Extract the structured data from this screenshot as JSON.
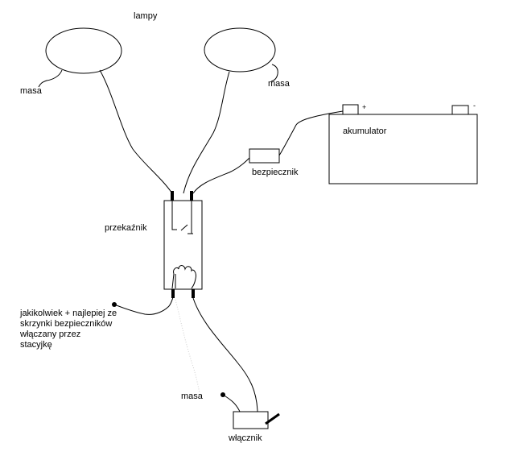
{
  "labels": {
    "lampy": "lampy",
    "masa_left": "masa",
    "masa_right": "masa",
    "masa_bottom": "masa",
    "akumulator": "akumulator",
    "plus": "+",
    "minus": "-",
    "bezpiecznik": "bezpiecznik",
    "przekaznik": "przekaźnik",
    "ignition_note": "jakikolwiek + najlepiej ze\nskrzynki bezpieczników\nwłączany przez\nstacyjkę",
    "wlacznik": "włącznik"
  }
}
